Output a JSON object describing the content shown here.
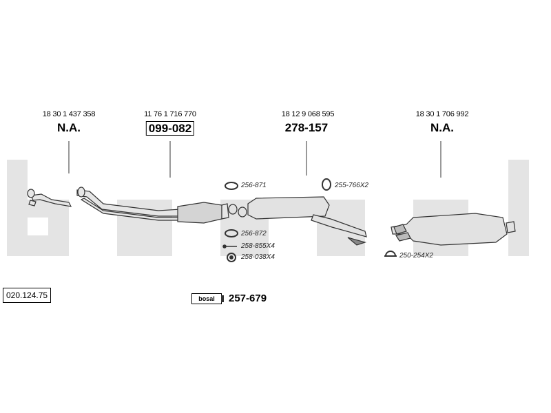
{
  "diagram_id": "020.124.75",
  "watermark_text": "bosal",
  "colors": {
    "watermark": "#e2e2e2",
    "line": "#333333",
    "part_fill": "#dcdcdc"
  },
  "sections": [
    {
      "oe_number": "18 30 1 437 358",
      "part_number": "N.A.",
      "boxed": false
    },
    {
      "oe_number": "11 76 1 716 770",
      "part_number": "099-082",
      "boxed": true
    },
    {
      "oe_number": "18 12 9 068 595",
      "part_number": "278-157",
      "boxed": false
    },
    {
      "oe_number": "18 30 1 706 992",
      "part_number": "N.A.",
      "boxed": false
    }
  ],
  "accessories": [
    {
      "code": "256-871",
      "icon": "gasket-ring-icon"
    },
    {
      "code": "255-766X2",
      "icon": "rubber-mount-icon"
    },
    {
      "code": "256-872",
      "icon": "gasket-ring-icon"
    },
    {
      "code": "258-855X4",
      "icon": "bolt-icon"
    },
    {
      "code": "258-038X4",
      "icon": "nut-icon"
    },
    {
      "code": "250-254X2",
      "icon": "clamp-icon"
    }
  ],
  "kit": {
    "logo": "bosal",
    "part_number": "257-679"
  }
}
